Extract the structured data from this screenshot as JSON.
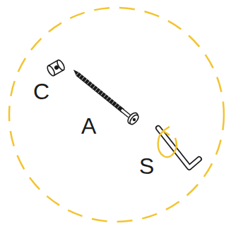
{
  "diagram": {
    "labels": [
      "C",
      "A",
      "S"
    ]
  }
}
